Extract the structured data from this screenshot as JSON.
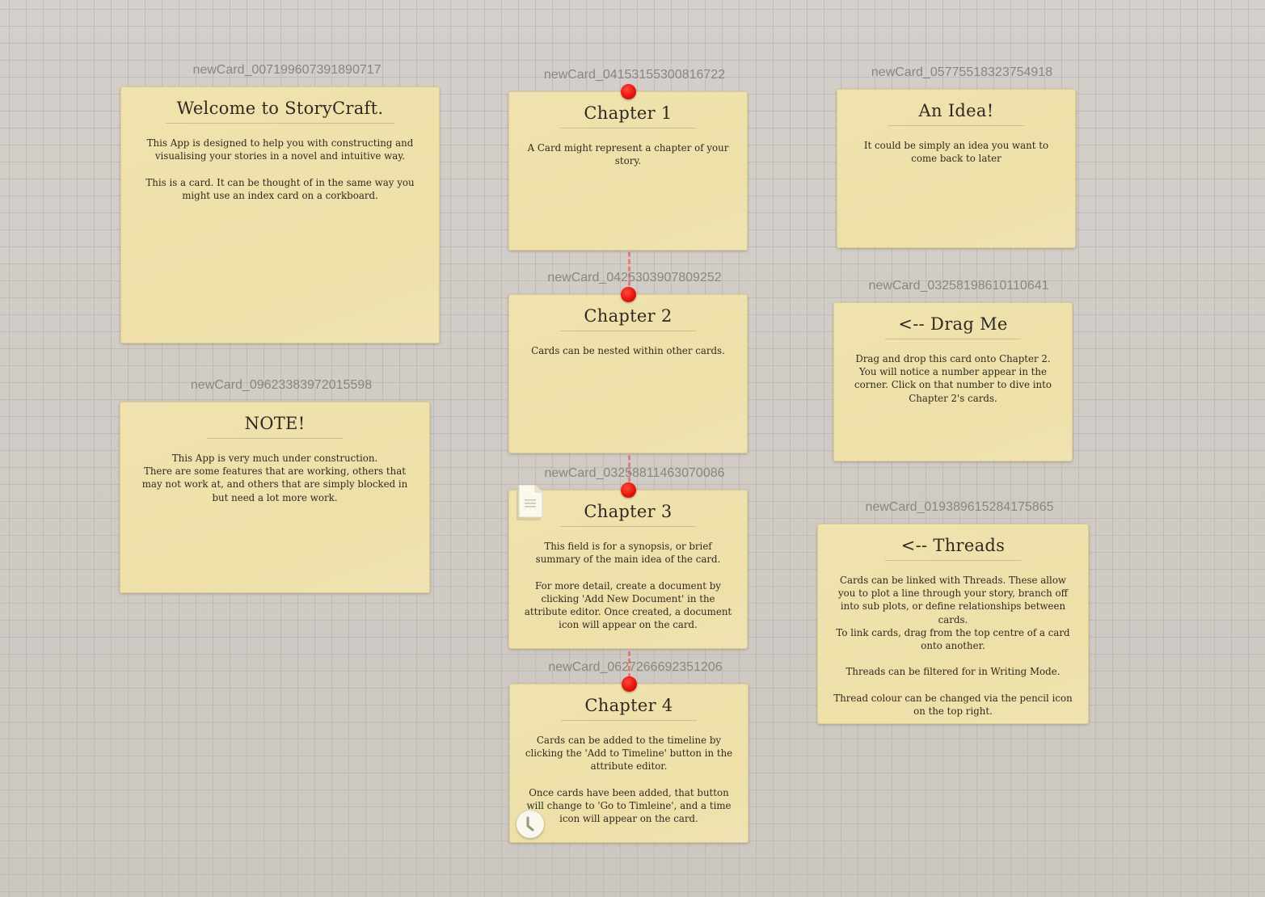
{
  "cards": [
    {
      "id": "newCard_007199607391890717",
      "title": "Welcome to StoryCraft.",
      "body": "This App is designed to help you with constructing and visualising your stories in a novel and intuitive way.\n\nThis is a card. It can be thought of in the same way you might use an index card on a corkboard."
    },
    {
      "id": "newCard_09623383972015598",
      "title": "NOTE!",
      "body": "This App is very much under construction.\nThere are some features that are working, others that may not work at, and others that are simply blocked in but need a lot more work."
    },
    {
      "id": "newCard_04153155300816722",
      "title": "Chapter 1",
      "body": "A Card might represent a chapter of your story."
    },
    {
      "id": "newCard_0425303907809252",
      "title": "Chapter 2",
      "body": "Cards can be nested within other cards."
    },
    {
      "id": "newCard_03258811463070086",
      "title": "Chapter 3",
      "body": "This field is for a synopsis, or brief summary of the main idea of the card.\n\nFor more detail, create a document by clicking 'Add New Document' in the attribute editor. Once created, a document icon will appear on the card."
    },
    {
      "id": "newCard_0627266692351206",
      "title": "Chapter 4",
      "body": "Cards can be added to the timeline by clicking the 'Add to Timeline' button in the attribute editor.\n\nOnce cards have been added, that button will change to 'Go to Timleine', and a time icon will appear on the card."
    },
    {
      "id": "newCard_05775518323754918",
      "title": "An Idea!",
      "body": "It could be simply an idea you want to come back to later"
    },
    {
      "id": "newCard_03258198610110641",
      "title": "<-- Drag Me",
      "body": "Drag and drop this card onto Chapter 2. You will notice a number appear in the corner. Click on that number to dive into Chapter 2's cards."
    },
    {
      "id": "newCard_019389615284175865",
      "title": "<-- Threads",
      "body": "Cards can be linked with Threads. These allow you to plot a line through your story, branch off into sub plots, or define relationships between cards.\nTo link cards, drag from the top centre of a card onto another.\n\nThreads can be filtered for in Writing Mode.\n\nThread colour can be changed via the pencil icon on the top right."
    }
  ],
  "thread": {
    "color": "#e8140c"
  },
  "icons": {
    "document": "document-icon",
    "timeline": "clock-icon"
  }
}
